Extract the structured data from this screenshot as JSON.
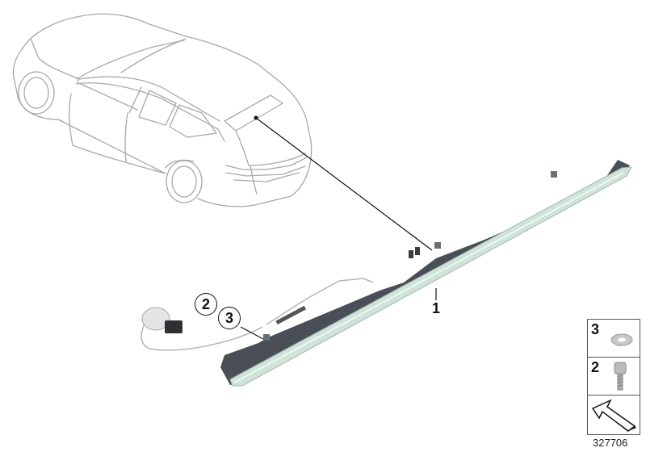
{
  "diagram": {
    "type": "exploded-parts-diagram",
    "subject": "third brake light / high-mount stop lamp (station wagon rear)",
    "callouts": [
      {
        "id": "1",
        "label": "1",
        "style": "plain"
      },
      {
        "id": "2",
        "label": "2",
        "style": "circled"
      },
      {
        "id": "3",
        "label": "3",
        "style": "circled"
      }
    ],
    "legend": [
      {
        "label": "3",
        "part": "washer"
      },
      {
        "label": "2",
        "part": "screw"
      },
      {
        "label": "",
        "part": "arrow-symbol"
      }
    ],
    "diagram_id": "327706",
    "colors": {
      "outline": "#a8a8a8",
      "lamp_body": "#4a4e57",
      "lens": "#cfe3da",
      "leader": "#111111"
    }
  }
}
